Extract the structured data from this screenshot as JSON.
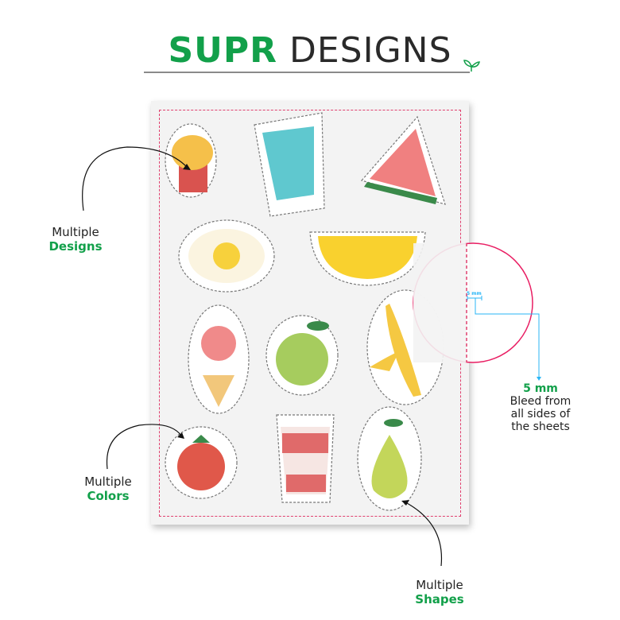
{
  "brand": {
    "bold": "SUPR",
    "light": "DESIGNS",
    "logo_icon": "sprout-icon",
    "color": "#12a04a"
  },
  "zoom_label": "5 mm",
  "callouts": {
    "designs": {
      "line1": "Multiple",
      "line2": "Designs"
    },
    "colors": {
      "line1": "Multiple",
      "line2": "Colors"
    },
    "shapes": {
      "line1": "Multiple",
      "line2": "Shapes"
    },
    "bleed": {
      "line1": "5 mm",
      "line2": "Bleed from",
      "line3": "all sides of",
      "line4": "the sheets"
    }
  },
  "stickers": [
    "cupcake",
    "glass-of-water",
    "watermelon",
    "fried-egg",
    "lemon",
    "ice-cream",
    "apple",
    "banana",
    "tomato",
    "coffee-cup",
    "pear"
  ],
  "colors": {
    "bleed_line": "#e0406e",
    "measure": "#29b6f6",
    "accent_green": "#12a04a"
  }
}
